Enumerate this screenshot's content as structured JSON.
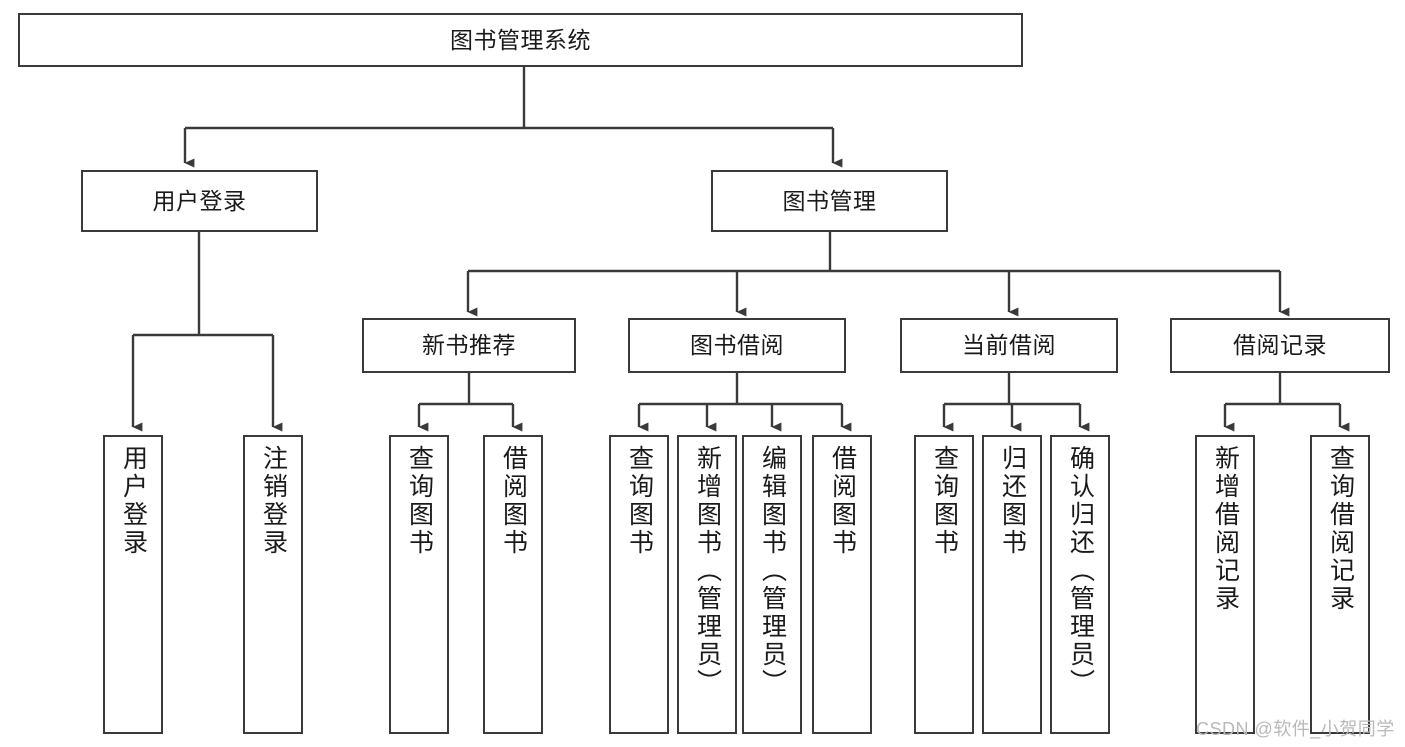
{
  "diagram": {
    "type": "tree-hierarchy",
    "title": "图书管理系统",
    "watermark": "CSDN @软件_小贺同学",
    "colors": {
      "box_border": "#3a3a3a",
      "box_fill": "#ffffff",
      "connector": "#3a3a3a",
      "text": "#1a1a1a",
      "watermark": "#b9b9b9"
    },
    "levels": {
      "root": "图书管理系统",
      "level2": [
        "用户登录",
        "图书管理"
      ],
      "level3": [
        "新书推荐",
        "图书借阅",
        "当前借阅",
        "借阅记录"
      ]
    },
    "nodes": {
      "root": {
        "label": "图书管理系统"
      },
      "user_login": {
        "label": "用户登录"
      },
      "book_manage": {
        "label": "图书管理"
      },
      "new_book_rec": {
        "label": "新书推荐"
      },
      "book_borrow": {
        "label": "图书借阅"
      },
      "current_borrow": {
        "label": "当前借阅"
      },
      "borrow_record": {
        "label": "借阅记录"
      },
      "leaf_user_login": {
        "label": "用户登录"
      },
      "leaf_logout": {
        "label": "注销登录"
      },
      "leaf_query_book_1": {
        "label": "查询图书"
      },
      "leaf_borrow_book_1": {
        "label": "借阅图书"
      },
      "leaf_query_book_2": {
        "label": "查询图书"
      },
      "leaf_add_book": {
        "label": "新增图书（管理员）"
      },
      "leaf_edit_book": {
        "label": "编辑图书（管理员）"
      },
      "leaf_borrow_book_2": {
        "label": "借阅图书"
      },
      "leaf_query_book_3": {
        "label": "查询图书"
      },
      "leaf_return_book": {
        "label": "归还图书"
      },
      "leaf_confirm_return": {
        "label": "确认归还（管理员）"
      },
      "leaf_add_record": {
        "label": "新增借阅记录"
      },
      "leaf_query_record": {
        "label": "查询借阅记录"
      }
    },
    "edges": [
      {
        "from": "root",
        "to": "user_login"
      },
      {
        "from": "root",
        "to": "book_manage"
      },
      {
        "from": "user_login",
        "to": "leaf_user_login"
      },
      {
        "from": "user_login",
        "to": "leaf_logout"
      },
      {
        "from": "book_manage",
        "to": "new_book_rec"
      },
      {
        "from": "book_manage",
        "to": "book_borrow"
      },
      {
        "from": "book_manage",
        "to": "current_borrow"
      },
      {
        "from": "book_manage",
        "to": "borrow_record"
      },
      {
        "from": "new_book_rec",
        "to": "leaf_query_book_1"
      },
      {
        "from": "new_book_rec",
        "to": "leaf_borrow_book_1"
      },
      {
        "from": "book_borrow",
        "to": "leaf_query_book_2"
      },
      {
        "from": "book_borrow",
        "to": "leaf_add_book"
      },
      {
        "from": "book_borrow",
        "to": "leaf_edit_book"
      },
      {
        "from": "book_borrow",
        "to": "leaf_borrow_book_2"
      },
      {
        "from": "current_borrow",
        "to": "leaf_query_book_3"
      },
      {
        "from": "current_borrow",
        "to": "leaf_return_book"
      },
      {
        "from": "current_borrow",
        "to": "leaf_confirm_return"
      },
      {
        "from": "borrow_record",
        "to": "leaf_add_record"
      },
      {
        "from": "borrow_record",
        "to": "leaf_query_record"
      }
    ]
  }
}
